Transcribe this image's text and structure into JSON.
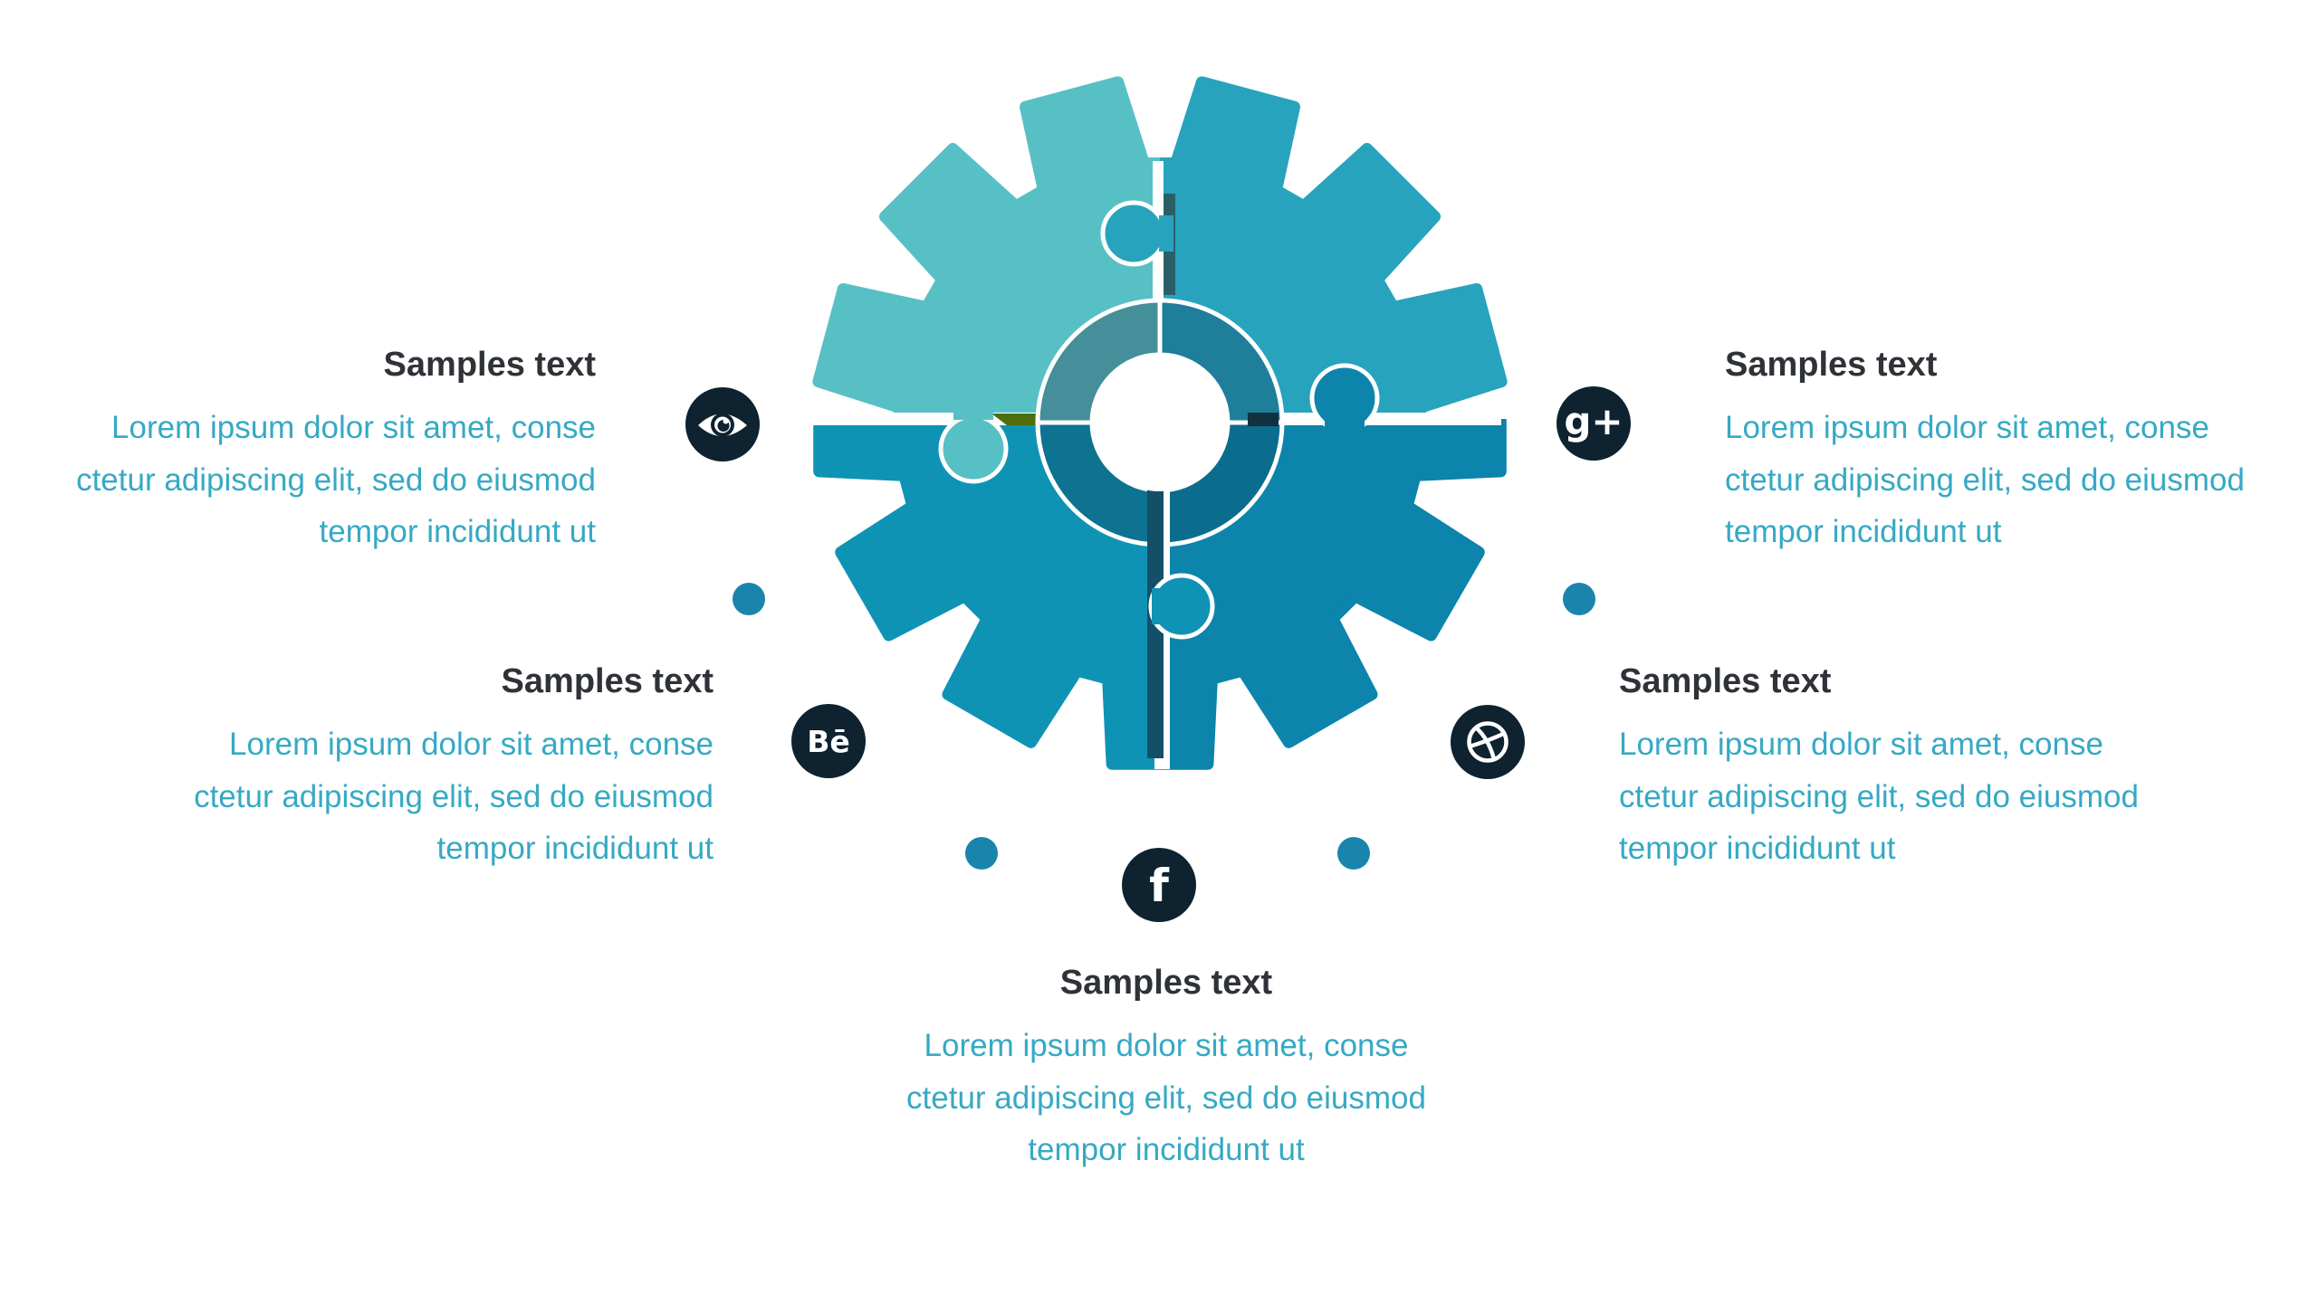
{
  "title": "Gear puzzle infographic slide",
  "background_color": "#ffffff",
  "gear": {
    "segments": {
      "top_left": {
        "color": "#57c0c5",
        "ring_color": "#448f99"
      },
      "top_right": {
        "color": "#28a3bd",
        "ring_color": "#1f7e9a"
      },
      "bottom_left": {
        "color": "#0f93b5",
        "ring_color": "#0e7291"
      },
      "bottom_right": {
        "color": "#0c84ac",
        "ring_color": "#0b6d8e"
      }
    },
    "shadow_colors": {
      "olive": "#4e6e0e",
      "teal_bar": "#135067",
      "navy": "#13303e",
      "slate": "#2b5f68"
    },
    "center_color": "#ffffff",
    "seam_color": "#ffffff"
  },
  "icons": {
    "background_color": "#0e2230",
    "glyph_color": "#ffffff",
    "google_plus_label": "g+",
    "behance_label": "Bē",
    "facebook_label": "f"
  },
  "dots_color": "#1a84ad",
  "text": {
    "heading_color": "#2f3237",
    "body_color": "#36a9c4",
    "blocks": {
      "top_left": {
        "heading": "Samples text",
        "lines": [
          "Lorem ipsum dolor sit amet, conse",
          "ctetur adipiscing elit, sed do eiusmod",
          "tempor incididunt ut"
        ]
      },
      "top_right": {
        "heading": "Samples text",
        "lines": [
          "Lorem ipsum dolor sit amet, conse",
          "ctetur adipiscing elit, sed do eiusmod",
          "tempor incididunt ut"
        ]
      },
      "mid_left": {
        "heading": "Samples text",
        "lines": [
          "Lorem ipsum dolor sit amet, conse",
          "ctetur adipiscing elit, sed do eiusmod",
          "tempor incididunt ut"
        ]
      },
      "mid_right": {
        "heading": "Samples text",
        "lines": [
          "Lorem ipsum dolor sit amet, conse",
          "ctetur adipiscing elit, sed do eiusmod",
          "tempor incididunt ut"
        ]
      },
      "bottom": {
        "heading": "Samples text",
        "lines": [
          "Lorem ipsum dolor sit amet, conse",
          "ctetur adipiscing elit, sed do eiusmod",
          "tempor incididunt ut"
        ]
      }
    }
  }
}
